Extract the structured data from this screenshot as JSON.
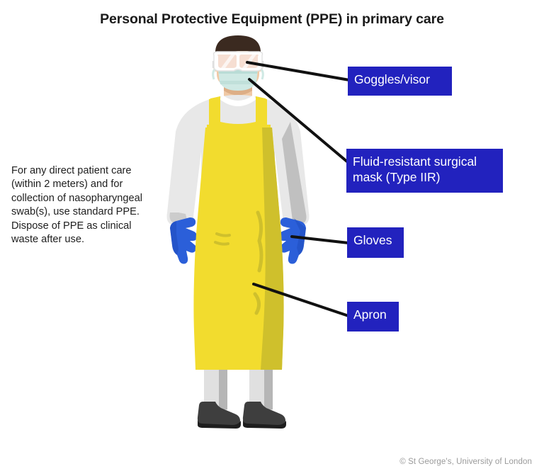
{
  "page": {
    "title": "Personal Protective Equipment (PPE) in primary care",
    "credit": "© St George's, University of London",
    "background_color": "#ffffff"
  },
  "note": {
    "text": "For any direct patient care\n(within 2 meters) and for\ncollection of nasopharyngeal\nswab(s), use standard PPE.\nDispose of PPE as clinical\nwaste after use."
  },
  "callouts": [
    {
      "id": "goggles",
      "label": "Goggles/visor",
      "box_color": "#2222BE",
      "text_color": "#ffffff"
    },
    {
      "id": "mask",
      "label": "Fluid-resistant surgical\nmask (Type IIR)",
      "box_color": "#2222BE",
      "text_color": "#ffffff"
    },
    {
      "id": "gloves",
      "label": "Gloves",
      "box_color": "#2222BE",
      "text_color": "#ffffff"
    },
    {
      "id": "apron",
      "label": "Apron",
      "box_color": "#2222BE",
      "text_color": "#ffffff"
    }
  ],
  "illustration": {
    "name": "healthcare-worker-in-ppe",
    "colors": {
      "hair": "#3B2A20",
      "skin": "#F0C9A5",
      "skin_shadow": "#DDAE86",
      "goggle_lens": "#F6DED2",
      "goggle_frame": "#FFFFFF",
      "goggle_strap": "#D8D8D8",
      "mask": "#CFE9E4",
      "mask_shadow": "#B9DCD6",
      "scrub_top": "#E8E8E8",
      "scrub_shadow": "#B9B9B9",
      "apron": "#F2DC2E",
      "apron_shadow": "#CFC02C",
      "glove": "#2B5FD9",
      "glove_shadow": "#1F4CBE",
      "trousers": "#E0E0E0",
      "trousers_shadow": "#A8A8A8",
      "shoe": "#3E3E3E",
      "shoe_sole": "#1E1E1E",
      "leader_line": "#111111"
    }
  }
}
